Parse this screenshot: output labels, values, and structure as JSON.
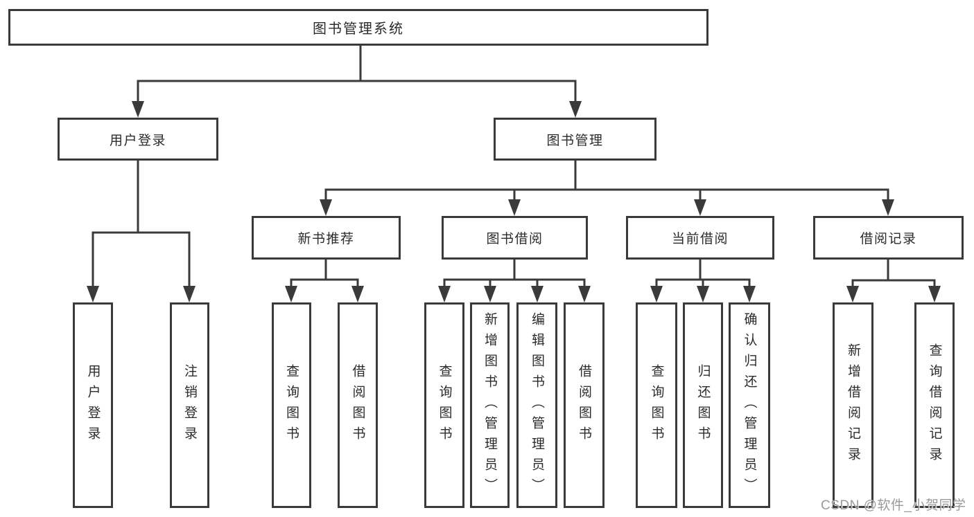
{
  "colors": {
    "line": "#3a3a3a",
    "text": "#2b2b2b",
    "background": "#ffffff",
    "watermark": "#9a9a9a"
  },
  "diagram": {
    "nodes": {
      "root": {
        "label": "图书管理系统"
      },
      "user_login": {
        "label": "用户登录"
      },
      "book_mgmt": {
        "label": "图书管理"
      },
      "new_book_rec": {
        "label": "新书推荐"
      },
      "book_borrow": {
        "label": "图书借阅"
      },
      "current_borrow": {
        "label": "当前借阅"
      },
      "borrow_records": {
        "label": "借阅记录"
      },
      "ul_user_login": {
        "label": "用户登录"
      },
      "ul_logout": {
        "label": "注销登录"
      },
      "nbr_query_books": {
        "label": "查询图书"
      },
      "nbr_borrow_books": {
        "label": "借阅图书"
      },
      "bb_query_books": {
        "label": "查询图书"
      },
      "bb_add_books": {
        "label": "新增图书（管理员）"
      },
      "bb_edit_books": {
        "label": "编辑图书（管理员）"
      },
      "bb_borrow_books": {
        "label": "借阅图书"
      },
      "cb_query_books": {
        "label": "查询图书"
      },
      "cb_return_books": {
        "label": "归还图书"
      },
      "cb_confirm_return": {
        "label": "确认归还（管理员）"
      },
      "br_add_record": {
        "label": "新增借阅记录"
      },
      "br_query_record": {
        "label": "查询借阅记录"
      }
    }
  },
  "watermark": {
    "text": "CSDN @软件_小贺同学"
  }
}
